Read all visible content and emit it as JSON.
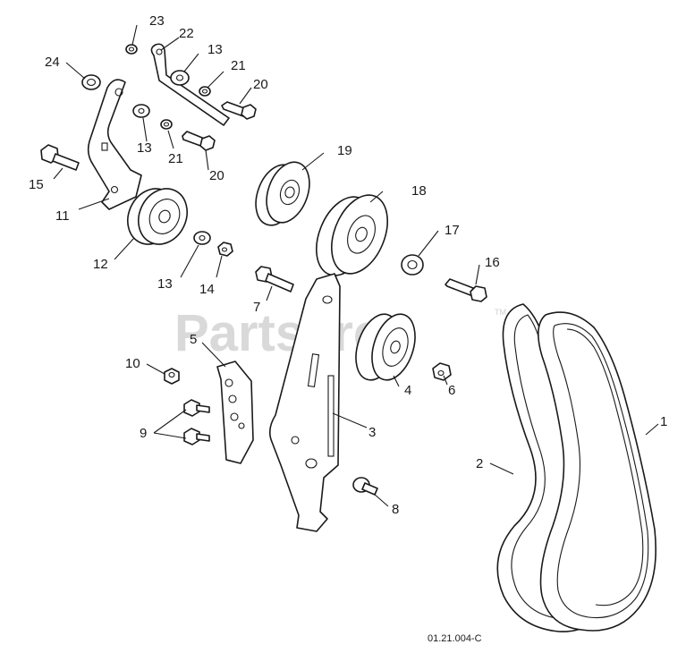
{
  "diagram": {
    "watermark": "PartsTree",
    "watermark_tm": "TM",
    "drawing_code": "01.21.004-C",
    "callouts": [
      "23",
      "22",
      "24",
      "13",
      "21",
      "20",
      "13",
      "21",
      "20",
      "19",
      "15",
      "18",
      "11",
      "12",
      "17",
      "13",
      "14",
      "16",
      "7",
      "5",
      "10",
      "4",
      "6",
      "3",
      "9",
      "1",
      "2",
      "8"
    ]
  }
}
